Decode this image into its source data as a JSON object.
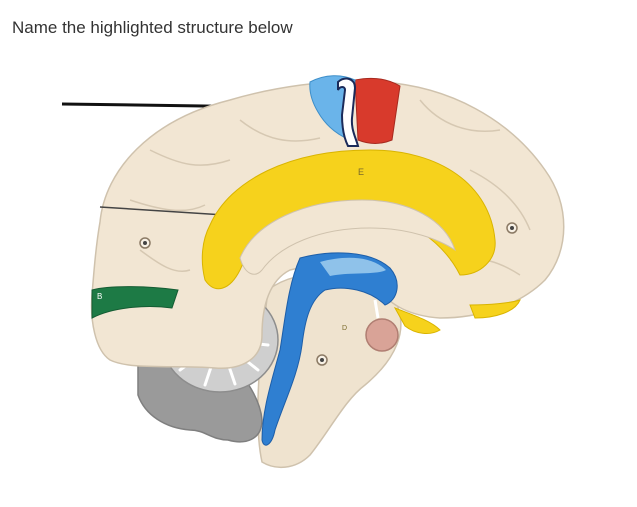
{
  "question": {
    "prompt": "Name the highlighted structure below"
  },
  "figure": {
    "label_marker_1": "E",
    "label_marker_2": "B",
    "label_marker_3": "D"
  }
}
